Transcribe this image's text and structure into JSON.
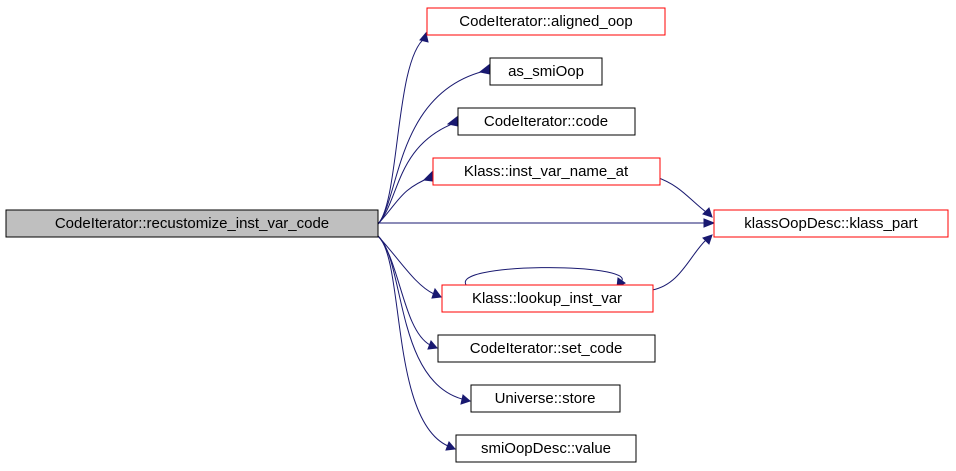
{
  "colors": {
    "root_fill": "#bfbfbf",
    "node_border": "#000000",
    "link_border": "#ff0000",
    "edge": "#191970",
    "background": "#ffffff"
  },
  "nodes": {
    "root": {
      "label": "CodeIterator::recustomize_inst_var_code",
      "style": "root"
    },
    "aligned_oop": {
      "label": "CodeIterator::aligned_oop",
      "style": "link"
    },
    "as_smiOop": {
      "label": "as_smiOop",
      "style": "plain"
    },
    "code": {
      "label": "CodeIterator::code",
      "style": "plain"
    },
    "inst_var_name_at": {
      "label": "Klass::inst_var_name_at",
      "style": "link"
    },
    "klass_part": {
      "label": "klassOopDesc::klass_part",
      "style": "link"
    },
    "lookup_inst_var": {
      "label": "Klass::lookup_inst_var",
      "style": "link"
    },
    "set_code": {
      "label": "CodeIterator::set_code",
      "style": "plain"
    },
    "store": {
      "label": "Universe::store",
      "style": "plain"
    },
    "value": {
      "label": "smiOopDesc::value",
      "style": "plain"
    }
  },
  "edges": [
    {
      "from": "root",
      "to": "aligned_oop"
    },
    {
      "from": "root",
      "to": "as_smiOop"
    },
    {
      "from": "root",
      "to": "code"
    },
    {
      "from": "root",
      "to": "inst_var_name_at"
    },
    {
      "from": "root",
      "to": "klass_part"
    },
    {
      "from": "root",
      "to": "lookup_inst_var"
    },
    {
      "from": "root",
      "to": "set_code"
    },
    {
      "from": "root",
      "to": "store"
    },
    {
      "from": "root",
      "to": "value"
    },
    {
      "from": "inst_var_name_at",
      "to": "klass_part"
    },
    {
      "from": "lookup_inst_var",
      "to": "klass_part"
    },
    {
      "from": "lookup_inst_var",
      "to": "lookup_inst_var"
    }
  ]
}
